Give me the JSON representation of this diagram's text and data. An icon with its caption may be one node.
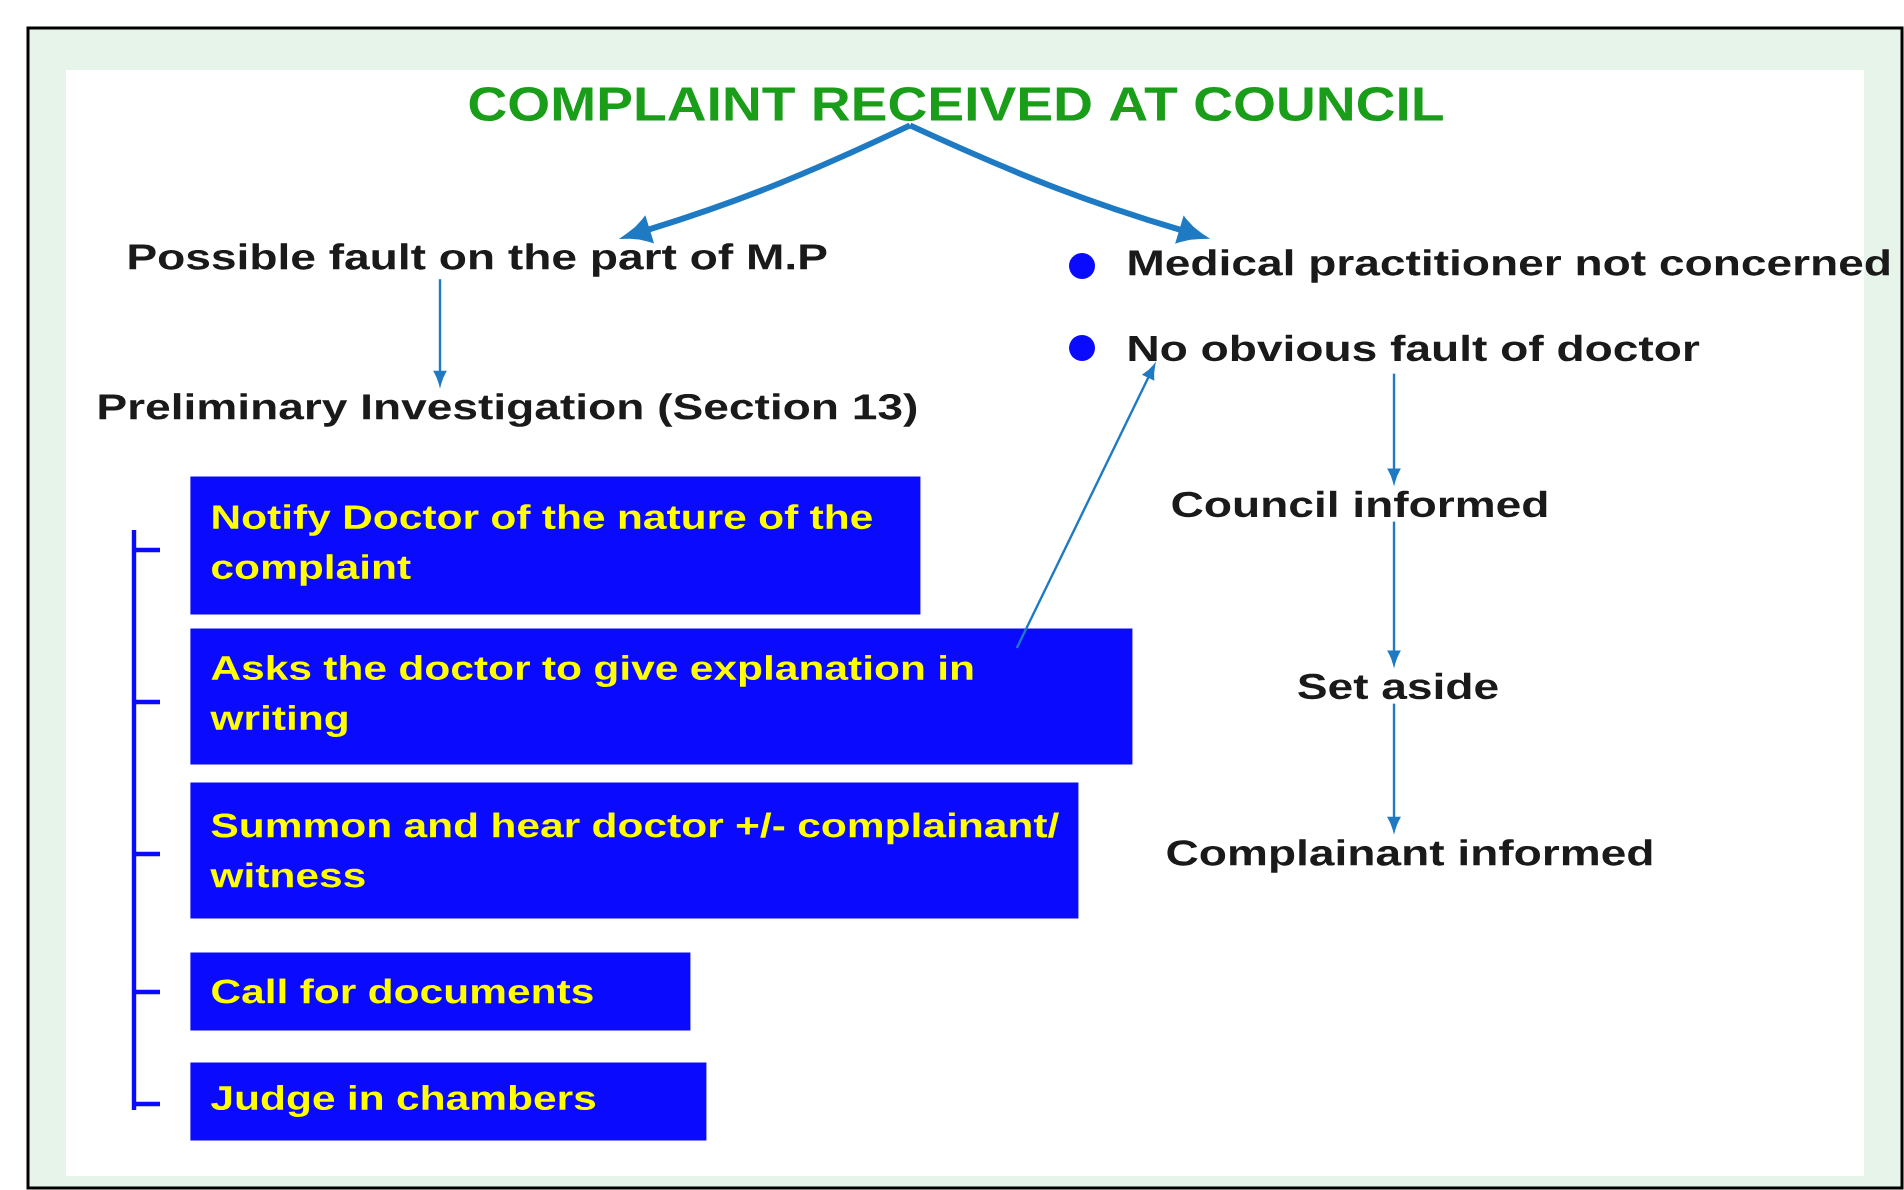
{
  "diagram": {
    "nodes": [
      {
        "text": [
          "COMPLAINT RECEIVED AT COUNCIL"
        ]
      },
      {
        "text": [
          "Possible fault on the part of M.P"
        ]
      },
      {
        "text": [
          "Medical practitioner not concerned"
        ]
      },
      {
        "text": [
          "No obvious fault of doctor"
        ]
      },
      {
        "text": [
          "Preliminary Investigation (Section 13)"
        ]
      },
      {
        "text": [
          "Notify Doctor of the nature of the complaint"
        ]
      },
      {
        "text": [
          "Asks the doctor to give explanation in writing"
        ]
      },
      {
        "text": [
          "Summon and hear doctor +/- complainant/ witness"
        ]
      },
      {
        "text": [
          "Call for documents"
        ]
      },
      {
        "text": [
          "Judge in chambers"
        ]
      },
      {
        "text": [
          "Council informed"
        ]
      },
      {
        "text": [
          "Set aside"
        ]
      },
      {
        "text": [
          "Complainant informed"
        ]
      }
    ],
    "edges": [
      {
        "from": 0,
        "to": 1,
        "arrow": "to",
        "style": "thick"
      },
      {
        "from": 0,
        "to": 2,
        "arrow": "to",
        "style": "thick"
      },
      {
        "from": 1,
        "to": 4,
        "arrow": "to"
      },
      {
        "from": 6,
        "to": 3,
        "arrow": "to"
      },
      {
        "from": 3,
        "to": 10,
        "arrow": "to"
      },
      {
        "from": 10,
        "to": 11,
        "arrow": "to"
      },
      {
        "from": 11,
        "to": 12,
        "arrow": "to"
      }
    ]
  }
}
